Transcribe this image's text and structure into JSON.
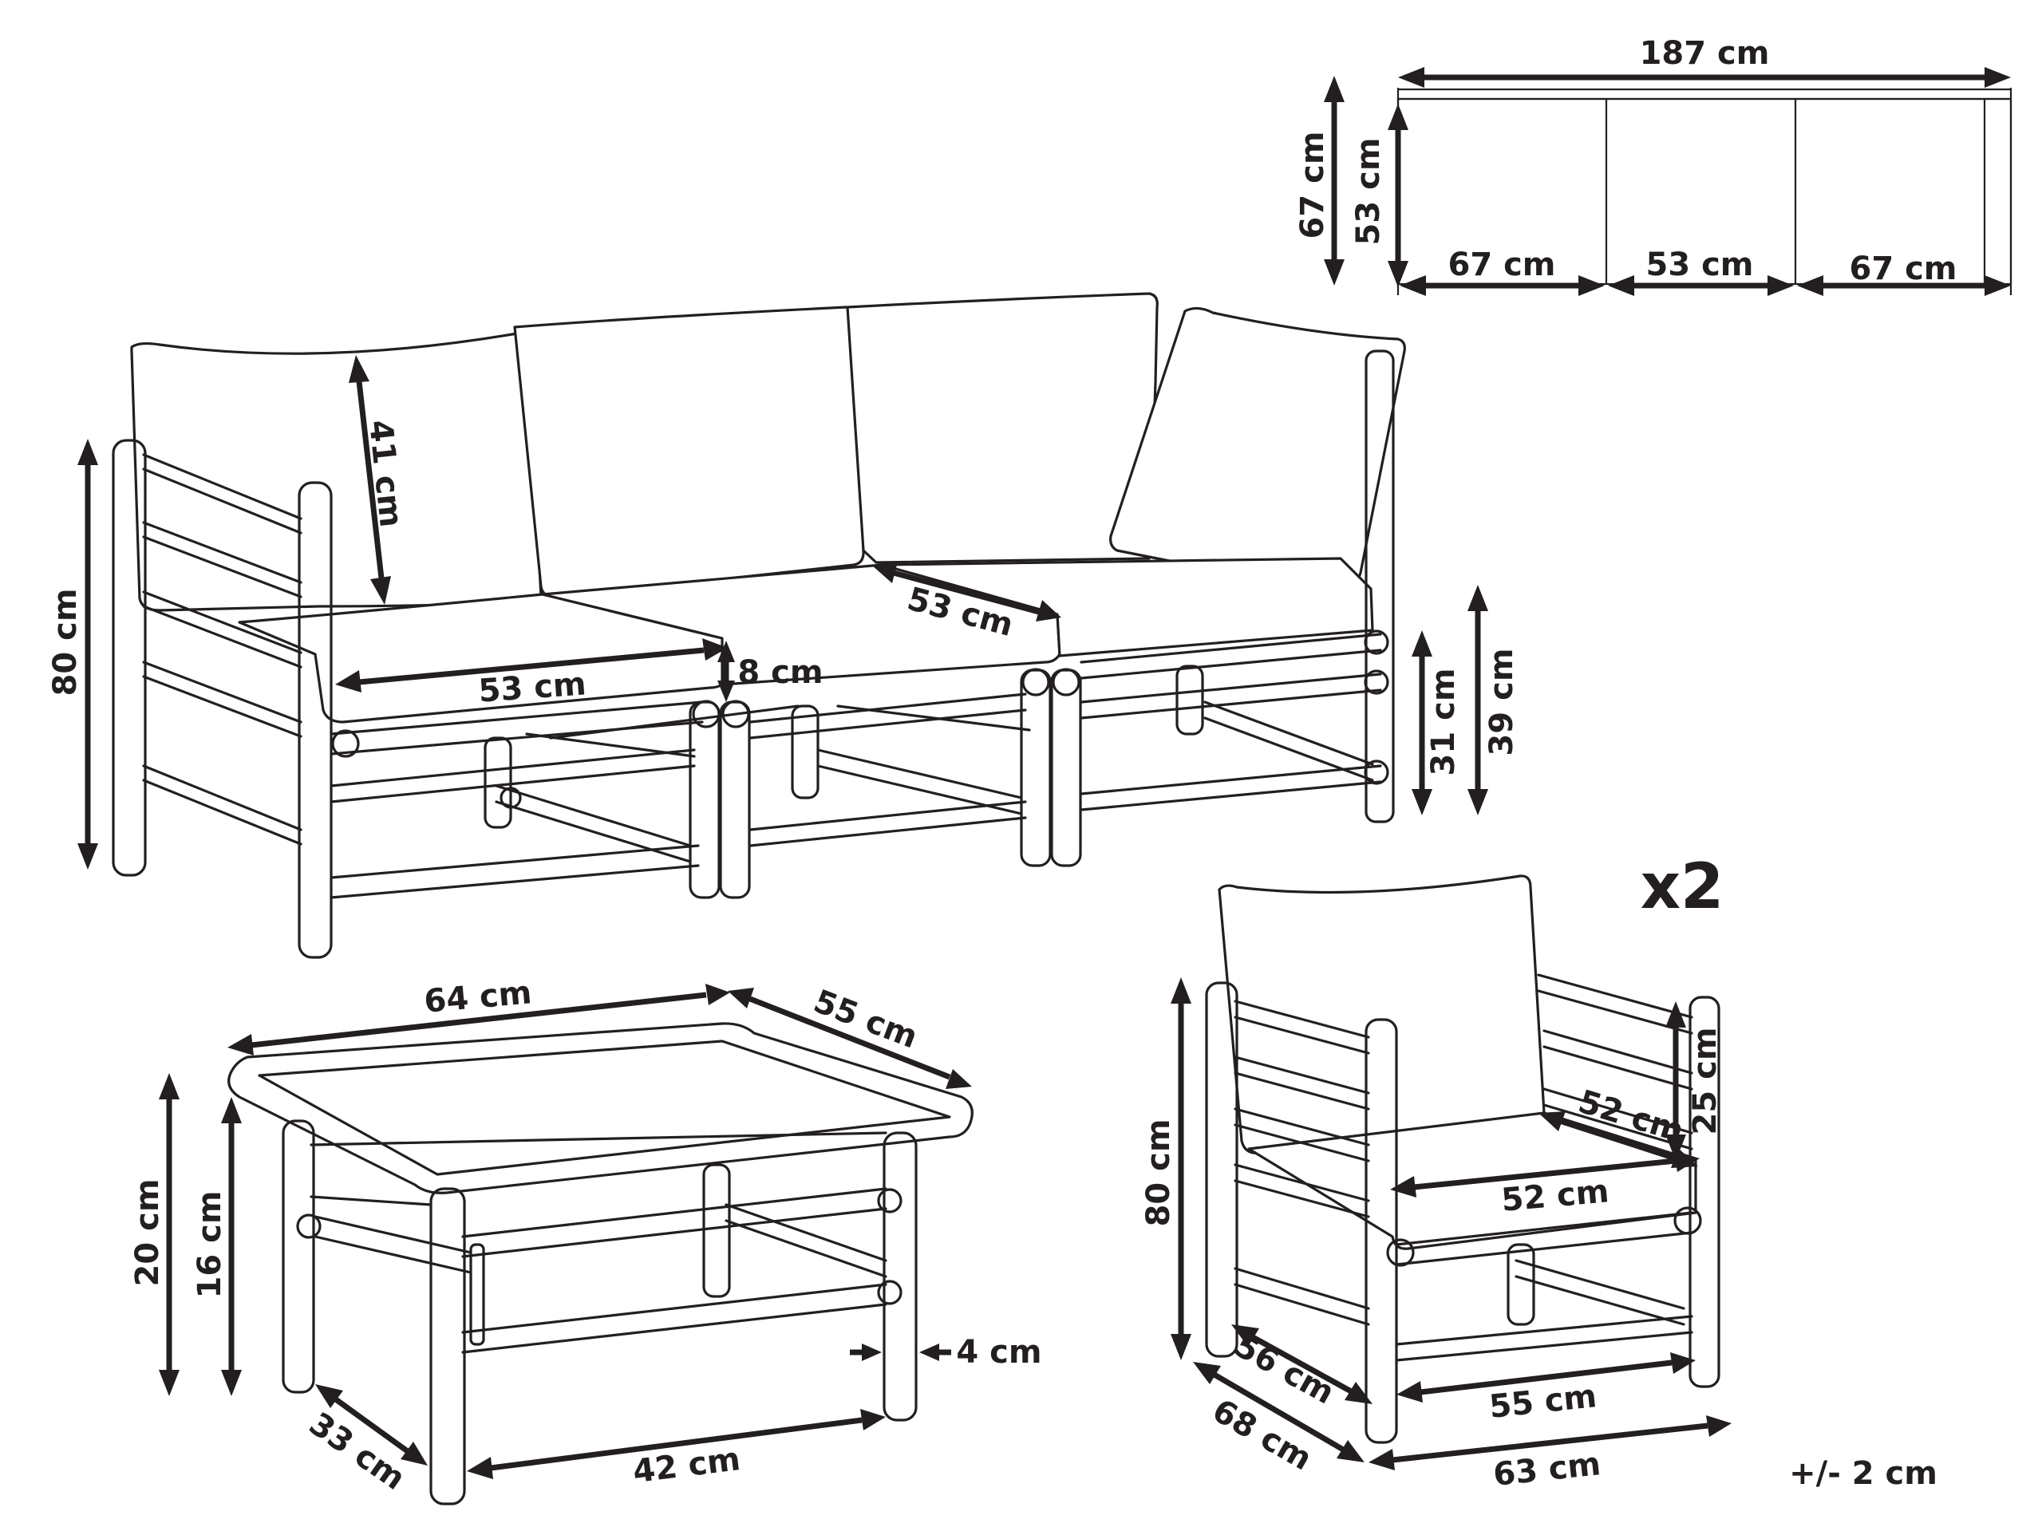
{
  "multiplier": "x2",
  "tolerance": "+/- 2 cm",
  "top_view": {
    "total_width": "187 cm",
    "depth_outer": "67 cm",
    "depth_inner": "53 cm",
    "left_section": "67 cm",
    "middle_section": "53 cm",
    "right_section": "67 cm"
  },
  "sofa": {
    "back_cushion_height": "41 cm",
    "total_height": "80 cm",
    "seat_width": "53 cm",
    "seat_depth": "53 cm",
    "seat_cushion_thickness": "8 cm",
    "seat_height_frame": "31 cm",
    "seat_height_cushion": "39 cm"
  },
  "table": {
    "width": "64 cm",
    "depth": "55 cm",
    "height_outer": "20 cm",
    "height_inner": "16 cm",
    "leg_thickness": "4 cm",
    "inner_depth": "33 cm",
    "inner_width": "42 cm"
  },
  "armchair": {
    "total_height": "80 cm",
    "armrest_height": "25 cm",
    "seat_depth": "52 cm",
    "seat_width": "52 cm",
    "inner_depth": "56 cm",
    "outer_depth": "68 cm",
    "inner_width": "55 cm",
    "outer_width": "63 cm"
  }
}
